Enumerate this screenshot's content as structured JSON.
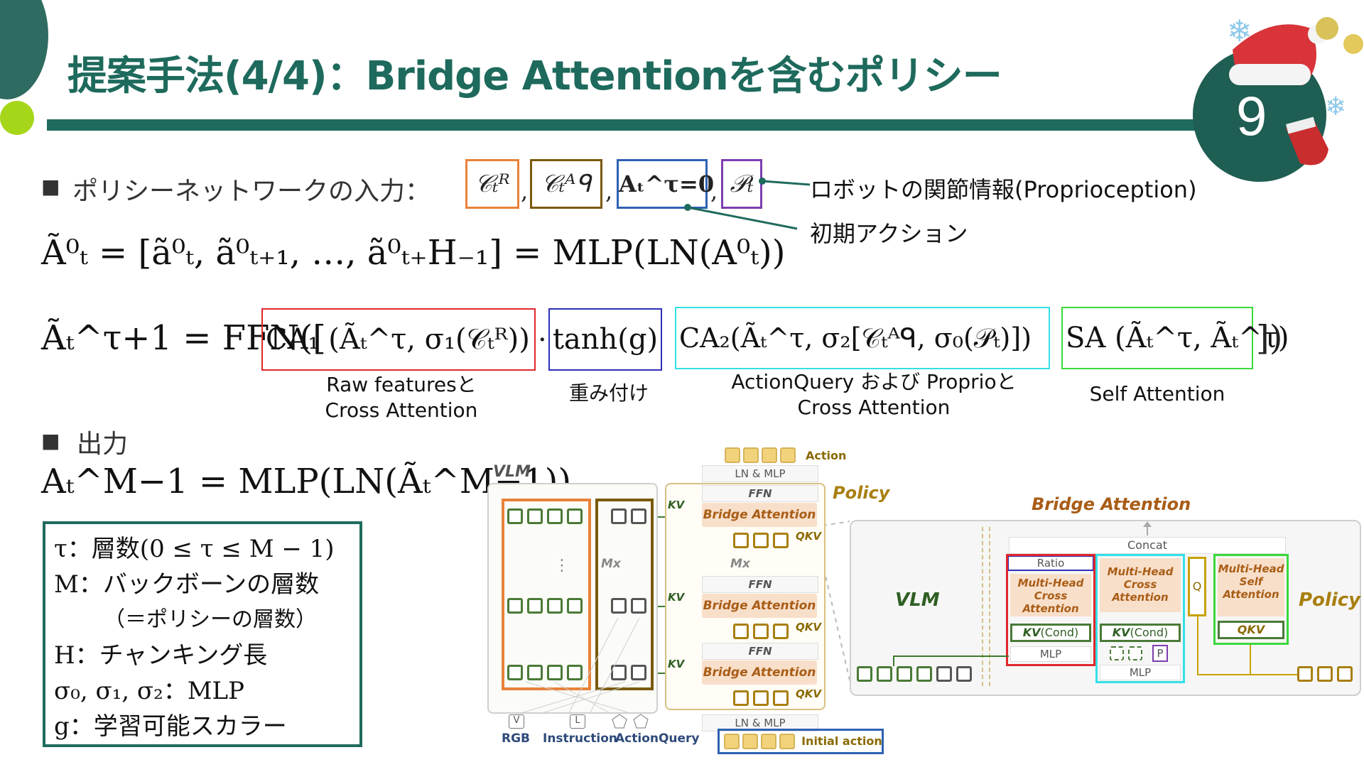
{
  "slide": {
    "title": "提案手法(4/4)：Bridge Attentionを含むポリシー",
    "page_number": "9"
  },
  "inputs": {
    "bullet": "■",
    "label": "ポリシーネットワークの入力：",
    "token_c_r": "𝒞ₜᴿ",
    "token_c_aq": "𝒞ₜᴬᑫ",
    "token_a0": "𝐀ₜ^τ=0",
    "token_p": "𝒫ₜ",
    "annot_proprio": "ロボットの関節情報(Proprioception)",
    "annot_initial": "初期アクション"
  },
  "equations": {
    "eq1": "Ã⁰ₜ = [ã⁰ₜ, ã⁰ₜ₊₁, …, ã⁰ₜ₊H₋₁] = MLP(LN(A⁰ₜ))",
    "eq2_lhs": "Ãₜ^τ+1 = FFN([",
    "eq2_ca1": "CA₁ (Ãₜ^τ, σ₁(𝒞ₜᴿ))",
    "eq2_dot": "·",
    "eq2_tanh": "tanh(g)",
    "eq2_ca2": "CA₂(Ãₜ^τ, σ₂[𝒞ₜᴬᑫ, σ₀(𝒫ₜ)])",
    "eq2_sa": "SA (Ãₜ^τ, Ãₜ^τ)",
    "eq2_end": "])",
    "label_ca1_l1": "Raw featuresと",
    "label_ca1_l2": "Cross Attention",
    "label_tanh": "重み付け",
    "label_ca2_l1": "ActionQuery および Proprioと",
    "label_ca2_l2": "Cross Attention",
    "label_sa": "Self Attention"
  },
  "output": {
    "bullet": "■",
    "label": "出力",
    "eq": "Aₜ^M−1 = MLP(LN(Ãₜ^M−1))"
  },
  "legend": {
    "lines": [
      "τ：層数(0 ≤ τ ≤ M − 1)",
      "M：バックボーンの層数",
      "（＝ポリシーの層数）",
      "H：チャンキング長",
      "σ₀, σ₁, σ₂：MLP",
      "g：学習可能スカラー"
    ]
  },
  "diagram": {
    "vlm_label": "VLM",
    "policy_label": "Policy",
    "action_label": "Action",
    "ln_mlp": "LN & MLP",
    "ffn": "FFN",
    "bridge_attention": "Bridge Attention",
    "kv": "KV",
    "qkv": "QKV",
    "mx": "Mx",
    "dots": "⋮",
    "rgb": "RGB",
    "instruction": "Instruction",
    "action_query": "ActionQuery",
    "initial_action": "Initial action",
    "icon_v": "V",
    "icon_l": "L"
  },
  "detail": {
    "title": "Bridge Attention",
    "vlm": "VLM",
    "policy": "Policy",
    "concat": "Concat",
    "ratio": "Ratio",
    "mh_cross_1": "Multi-Head Cross Attention",
    "mh_cross_2": "Multi-Head Cross Attention",
    "q": "Q",
    "mh_self": "Multi-Head Self Attention",
    "kv_cond": "KV",
    "cond": "(Cond)",
    "qkv": "QKV",
    "mlp": "MLP",
    "p": "P"
  },
  "colors": {
    "title": "#1e6a5c",
    "rule": "#1f6b5d",
    "circle": "#1f5e52",
    "green_dot": "#a6d61a",
    "orange": "#e8823a",
    "olive": "#7a5a0c",
    "blue": "#2e62b2",
    "purple": "#7d3fb0",
    "red": "#e0282c",
    "cyan": "#33e0e8",
    "lime": "#3ad83a"
  }
}
